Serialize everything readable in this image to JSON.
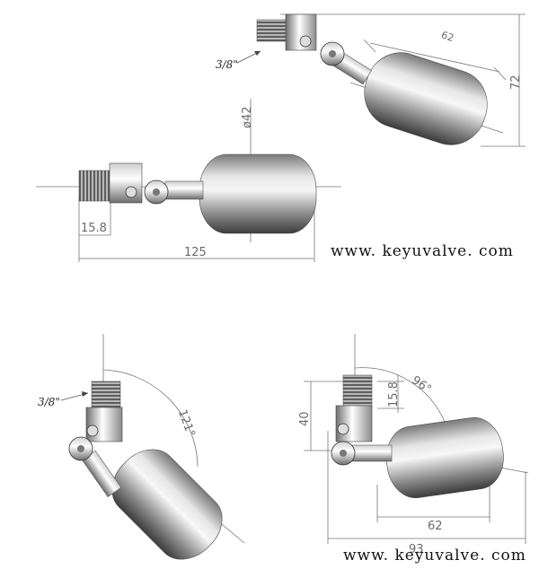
{
  "watermark": "www. keyuvalve. com",
  "dimensions": {
    "v1_length": "62",
    "v1_height": "72",
    "v1_thread": "3/8\"",
    "v2_diameter": "ø42",
    "v2_nipple": "15.8",
    "v2_total": "125",
    "v3_thread": "3/8\"",
    "v3_angle": "121°",
    "v4_angle": "96°",
    "v4_height": "40",
    "v4_nipple": "15.8",
    "v4_ball": "62",
    "v4_total": "93"
  },
  "colors": {
    "metal_light": "#f2f2f2",
    "metal_mid": "#9a9a9a",
    "metal_dark": "#3a3a3a",
    "line": "#777777"
  }
}
